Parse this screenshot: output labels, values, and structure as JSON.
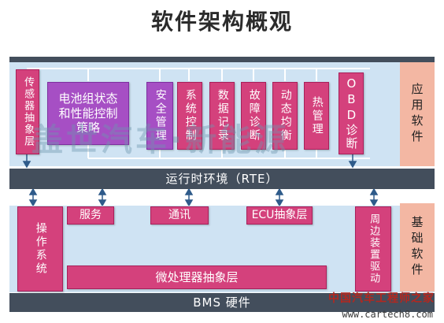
{
  "title": "软件架构概观",
  "application_layer": {
    "label": "应用软件",
    "modules": [
      {
        "label": "传感器抽象层"
      },
      {
        "label": "电池组状态和性能控制策略"
      },
      {
        "label": "安全管理"
      },
      {
        "label": "系统控制"
      },
      {
        "label": "数据记录"
      },
      {
        "label": "故障诊断"
      },
      {
        "label": "动态均衡"
      },
      {
        "label": "热管理"
      },
      {
        "label": "OBD诊断"
      }
    ]
  },
  "rte": {
    "label": "运行时环境（RTE）"
  },
  "basic_layer": {
    "label": "基础软件",
    "modules": [
      {
        "label": "操作系统"
      },
      {
        "label": "服务"
      },
      {
        "label": "通讯"
      },
      {
        "label": "ECU抽象层"
      },
      {
        "label": "周边装置驱动"
      },
      {
        "label": "微处理器抽象层"
      }
    ]
  },
  "bms_hardware": {
    "label": "BMS 硬件"
  },
  "watermark": "盖世汽车·新能源",
  "footer": {
    "logo_text": "中国汽车工程师之家",
    "url": "www.cartech8.com"
  },
  "colors": {
    "module": "#d4417c",
    "strategy_module": "#a64fc4",
    "layer_label_bg": "#f3b7a3",
    "panel_bg": "#cfe3f3",
    "bar_bg": "#434e5c"
  }
}
